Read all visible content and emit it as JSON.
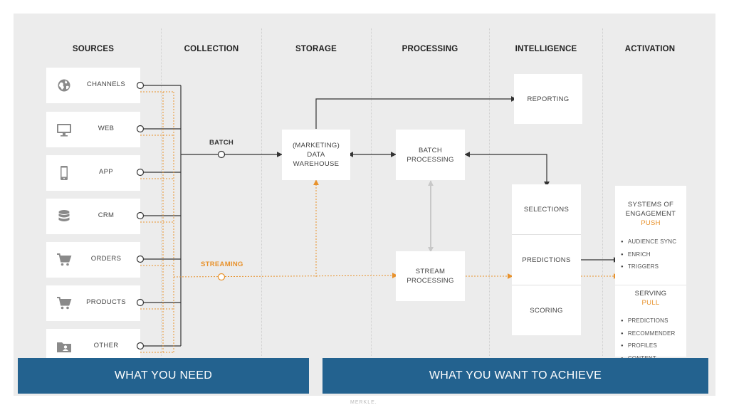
{
  "columns": [
    "SOURCES",
    "COLLECTION",
    "STORAGE",
    "PROCESSING",
    "INTELLIGENCE",
    "ACTIVATION"
  ],
  "sources": [
    {
      "label": "CHANNELS",
      "icon": "globe-icon"
    },
    {
      "label": "WEB",
      "icon": "monitor-icon"
    },
    {
      "label": "APP",
      "icon": "phone-icon"
    },
    {
      "label": "CRM",
      "icon": "database-icon"
    },
    {
      "label": "ORDERS",
      "icon": "cart-icon"
    },
    {
      "label": "PRODUCTS",
      "icon": "cart-icon"
    },
    {
      "label": "OTHER",
      "icon": "folder-user-icon"
    }
  ],
  "collection": {
    "batch": "BATCH",
    "streaming": "STREAMING"
  },
  "storage": {
    "warehouse": [
      "(MARKETING)",
      "DATA",
      "WAREHOUSE"
    ]
  },
  "processing": {
    "batch": [
      "BATCH",
      "PROCESSING"
    ],
    "stream": [
      "STREAM",
      "PROCESSING"
    ]
  },
  "intelligence": {
    "reporting": "REPORTING",
    "selections": "SELECTIONS",
    "predictions": "PREDICTIONS",
    "scoring": "SCORING"
  },
  "activation": {
    "engagement": {
      "title": [
        "SYSTEMS OF",
        "ENGAGEMENT"
      ],
      "mode": "PUSH",
      "items": [
        "AUDIENCE  SYNC",
        "ENRICH",
        "TRIGGERS"
      ]
    },
    "serving": {
      "title": "SERVING",
      "mode": "PULL",
      "items": [
        "PREDICTIONS",
        "RECOMMENDER",
        "PROFILES",
        "CONTENT"
      ]
    }
  },
  "banners": {
    "need": "WHAT YOU NEED",
    "achieve": "WHAT YOU WANT TO ACHIEVE"
  },
  "footer": "MERKLE.",
  "colors": {
    "panel": "#ececec",
    "banner": "#23628f",
    "streaming": "#e8922c",
    "line": "#333333",
    "bidir_light": "#c8c8c8"
  }
}
